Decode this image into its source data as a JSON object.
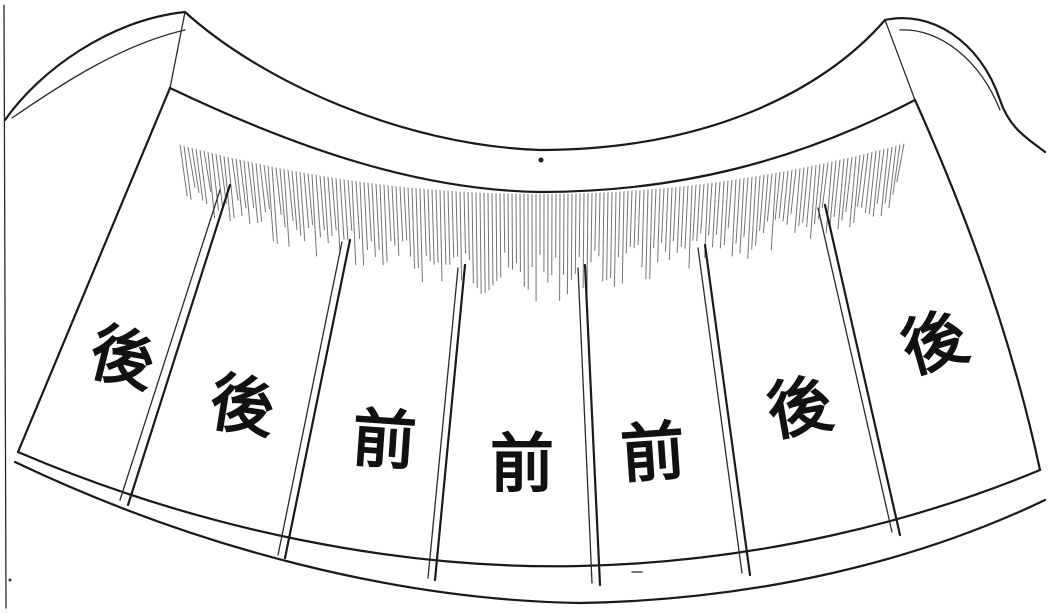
{
  "diagram": {
    "panels": [
      {
        "label": "後"
      },
      {
        "label": "後"
      },
      {
        "label": "前"
      },
      {
        "label": "前"
      },
      {
        "label": "前"
      },
      {
        "label": "後"
      },
      {
        "label": "後"
      }
    ]
  },
  "colors": {
    "ink": "#1a1a1a",
    "paper": "#ffffff"
  }
}
